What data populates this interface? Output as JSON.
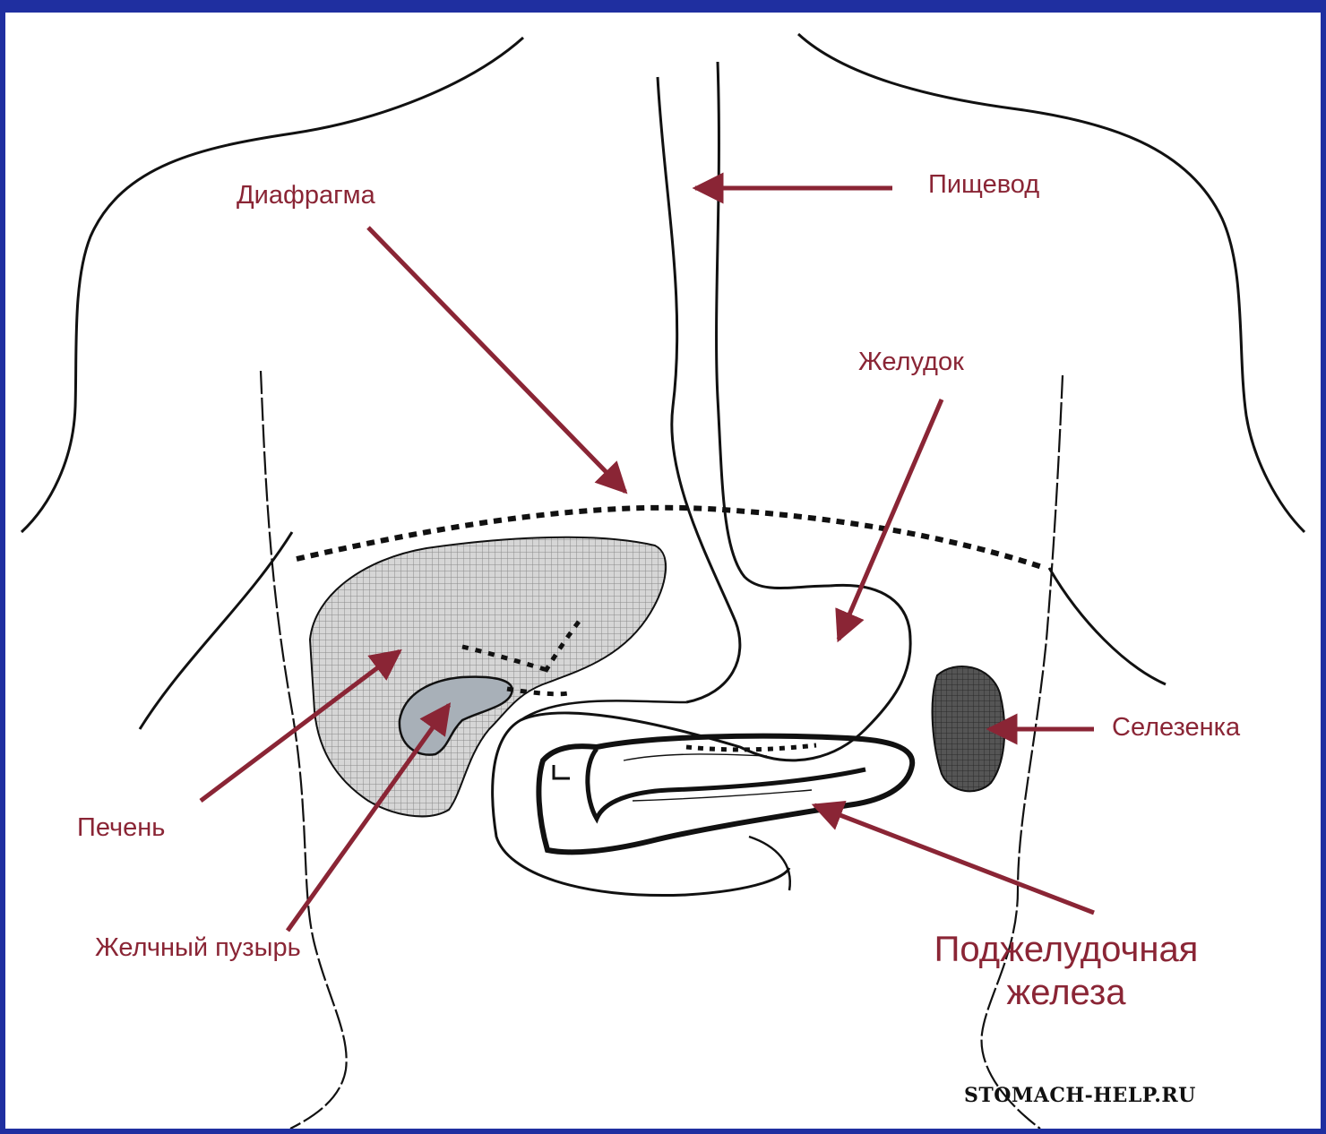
{
  "colors": {
    "frame": "#1f2fa0",
    "background": "#ffffff",
    "outline": "#111111",
    "arrow": "#8a2535",
    "label": "#8a2535",
    "liver_fill": "#cfcfcf",
    "spleen_fill": "#5a5a5a"
  },
  "labels": {
    "diaphragm": "Диафрагма",
    "esophagus": "Пищевод",
    "stomach": "Желудок",
    "spleen": "Селезенка",
    "liver": "Печень",
    "gallbladder": "Желчный пузырь",
    "pancreas_line1": "Поджелудочная",
    "pancreas_line2": "железа"
  },
  "watermark": "STOMACH-HELP.RU"
}
